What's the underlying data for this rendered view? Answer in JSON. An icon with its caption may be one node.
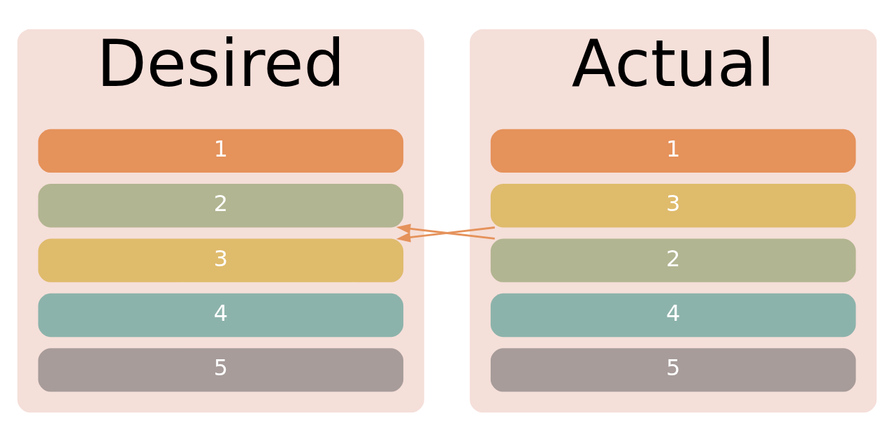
{
  "diagram": {
    "nodes": [
      {
        "text": [
          "Desired"
        ]
      },
      {
        "text": [
          "1"
        ],
        "in": 0
      },
      {
        "text": [
          "2"
        ],
        "in": 0
      },
      {
        "text": [
          "3"
        ],
        "in": 0
      },
      {
        "text": [
          "4"
        ],
        "in": 0
      },
      {
        "text": [
          "5"
        ],
        "in": 0
      },
      {
        "text": [
          "Actual"
        ]
      },
      {
        "text": [
          "1"
        ],
        "in": 6
      },
      {
        "text": [
          "3"
        ],
        "in": 6
      },
      {
        "text": [
          "2"
        ],
        "in": 6
      },
      {
        "text": [
          "4"
        ],
        "in": 6
      },
      {
        "text": [
          "5"
        ],
        "in": 6
      }
    ],
    "edges": [
      {
        "from": 8,
        "to": 3,
        "arrow": "to"
      },
      {
        "from": 9,
        "to": 2,
        "arrow": "to"
      }
    ]
  }
}
